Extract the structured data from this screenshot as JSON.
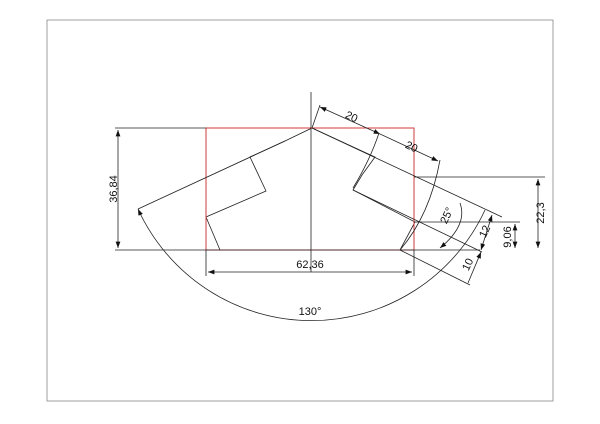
{
  "drawing": {
    "dimensions": {
      "top_length_1": "20",
      "top_length_2": "20",
      "height_total": "36,84",
      "width_total": "62,36",
      "angle_total": "130°",
      "angle_small": "25°",
      "depth": "12",
      "height_step": "9,06",
      "height_right": "22,3",
      "bottom_offset": "10"
    },
    "colors": {
      "outline": "#222222",
      "bounding_box": "#d23a3a",
      "frame": "#888888"
    }
  }
}
